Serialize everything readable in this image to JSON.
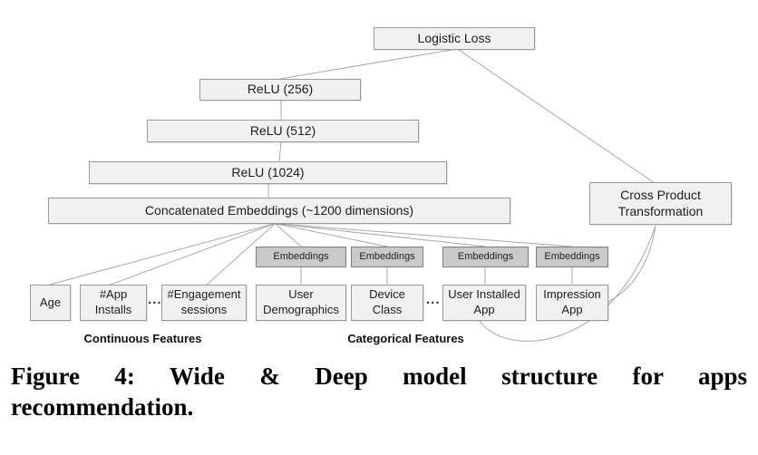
{
  "figure": {
    "caption_line1": "Figure 4: Wide & Deep model structure for apps",
    "caption_line2": "recommendation."
  },
  "diagram": {
    "nodes": {
      "logistic_loss": "Logistic Loss",
      "relu_256": "ReLU (256)",
      "relu_512": "ReLU (512)",
      "relu_1024": "ReLU (1024)",
      "concat": "Concatenated Embeddings (~1200 dimensions)",
      "cross_product": "Cross Product\nTransformation",
      "embeddings": "Embeddings",
      "age": "Age",
      "app_installs": "#App\nInstalls",
      "engagement_sessions": "#Engagement\nsessions",
      "user_demographics": "User\nDemographics",
      "device_class": "Device\nClass",
      "user_installed_app": "User Installed\nApp",
      "impression_app": "Impression\nApp"
    },
    "ellipsis": "...",
    "group_labels": {
      "continuous": "Continuous Features",
      "categorical": "Categorical Features"
    },
    "colors": {
      "light_box_fill": "#f1f1f1",
      "light_box_border": "#9a9a9a",
      "embedding_box_fill": "#c9c9c9",
      "embedding_box_border": "#7d7d7d",
      "connector_line": "#a8a8a8",
      "text": "#1c1c1c"
    }
  }
}
